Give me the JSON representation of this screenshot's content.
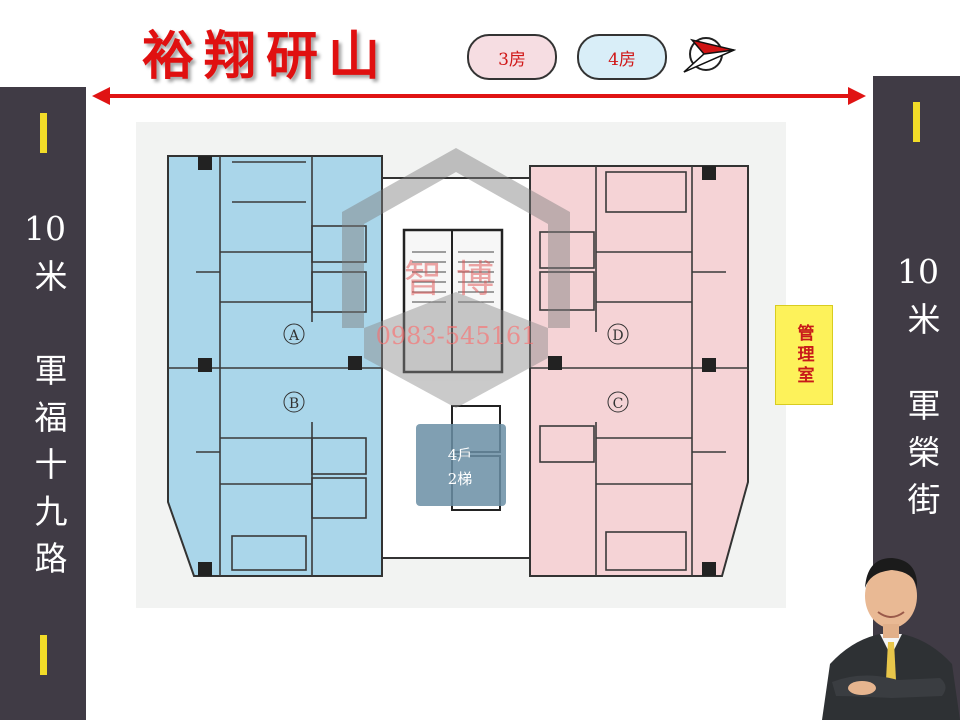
{
  "title": "裕翔研山",
  "badges": [
    {
      "label": "3房",
      "color": "#f6dde2"
    },
    {
      "label": "4房",
      "color": "#d9eef8"
    }
  ],
  "roads": {
    "left": {
      "width": "10",
      "unit": "米",
      "name": "軍福十九路"
    },
    "right": {
      "width": "10",
      "unit": "米",
      "name": "軍榮街"
    }
  },
  "management_room": "管理室",
  "units": [
    "A",
    "B",
    "C",
    "D"
  ],
  "core_info": {
    "households": "4戶",
    "elevators": "2梯"
  },
  "watermark": {
    "text": "智博",
    "phone": "0983-545161"
  },
  "colors": {
    "title_red": "#e01010",
    "road_dark": "#403b45",
    "lane_yellow": "#f2dc28",
    "unit_blue": "#aad6ea",
    "unit_pink": "#f5d3d6",
    "management_yellow": "#fdf25a"
  },
  "icons": [
    "compass-arrow-icon",
    "double-arrow-icon"
  ]
}
